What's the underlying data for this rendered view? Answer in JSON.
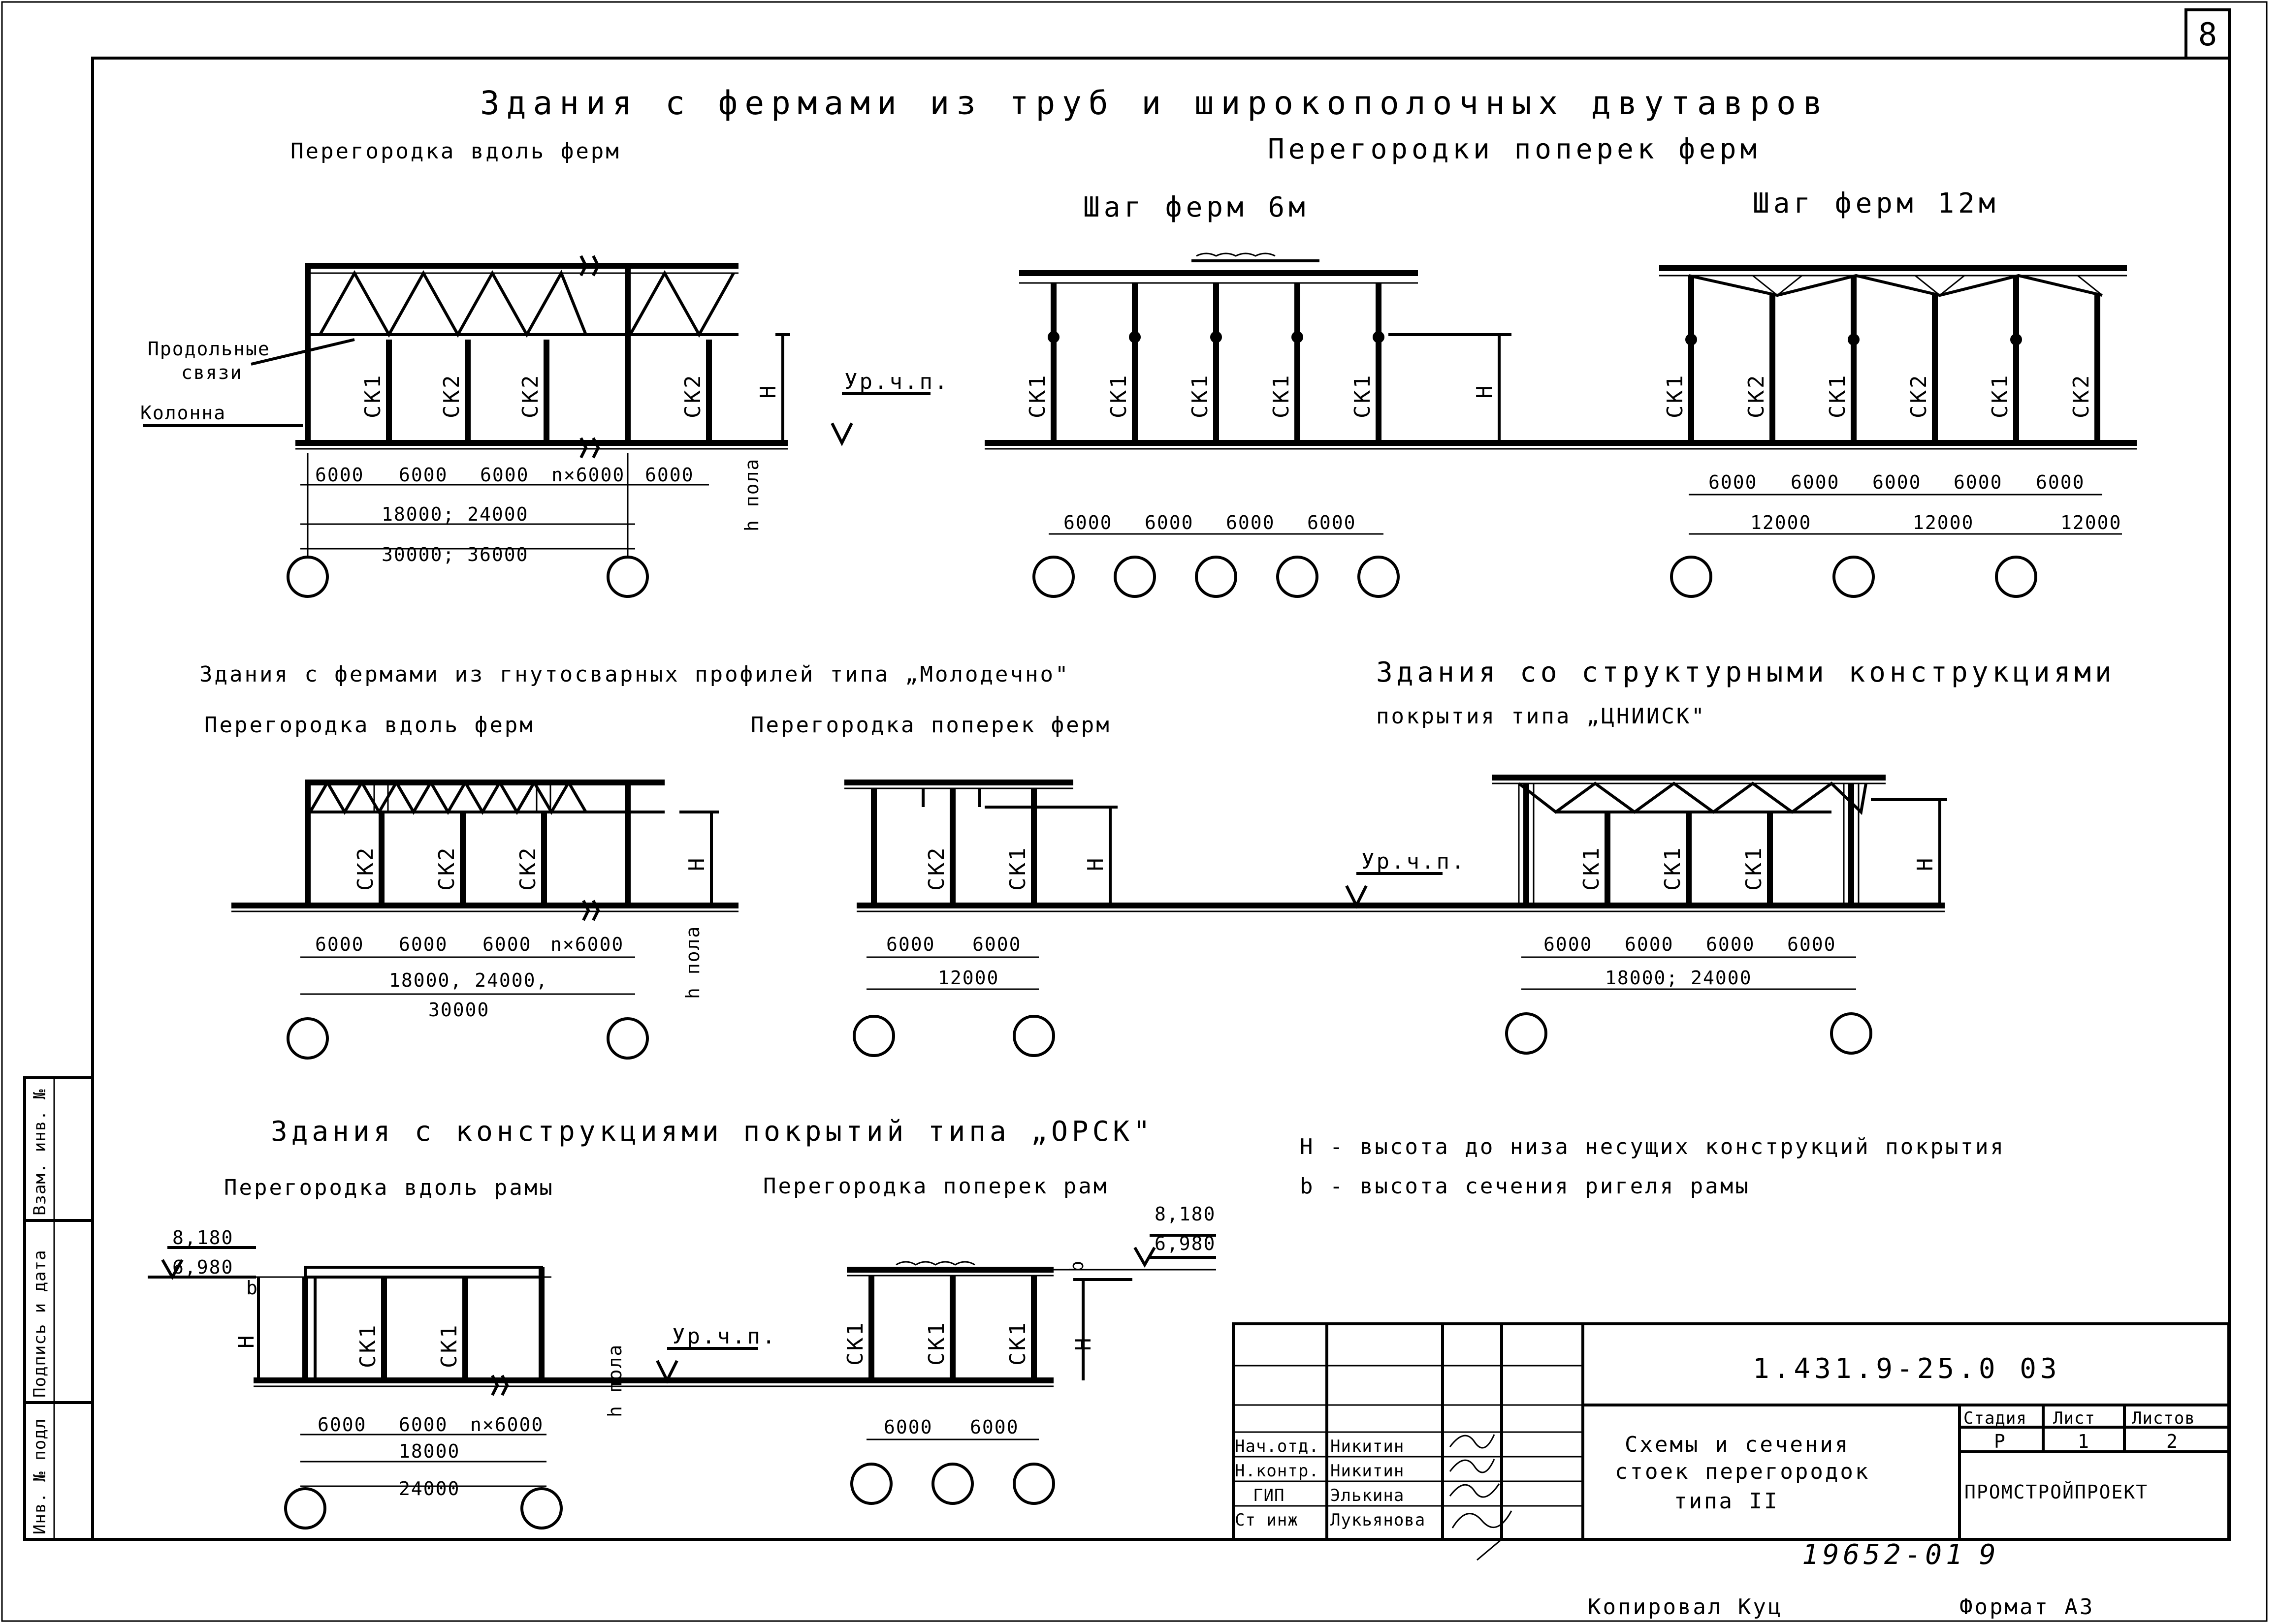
{
  "sheet_number": "8",
  "sec1": {
    "title": "Здания с фермами из труб и широкополочных двутавров",
    "along": {
      "title": "Перегородка вдоль ферм",
      "callout_bracing": [
        "Продольные",
        "связи"
      ],
      "callout_column": "Колонна",
      "posts": [
        "СК1",
        "СК2",
        "СК2",
        "СК2"
      ],
      "height": "Н",
      "floor_depth": "h пола",
      "floor_level": "Ур.ч.п.",
      "dims": [
        "6000",
        "6000",
        "6000",
        "n×6000",
        "6000"
      ],
      "total1": "18000; 24000",
      "total2": "30000; 36000"
    },
    "across_title": "Перегородки поперек ферм",
    "step6": {
      "title": "Шаг ферм 6м",
      "posts": [
        "СК1",
        "СК1",
        "СК1",
        "СК1",
        "СК1"
      ],
      "height": "Н",
      "dims": [
        "6000",
        "6000",
        "6000",
        "6000"
      ]
    },
    "step12": {
      "title": "Шаг ферм 12м",
      "posts": [
        "СК1",
        "СК2",
        "СК1",
        "СК2",
        "СК1",
        "СК2"
      ],
      "dims": [
        "6000",
        "6000",
        "6000",
        "6000",
        "6000"
      ],
      "totals": [
        "12000",
        "12000",
        "12000"
      ]
    }
  },
  "sec2": {
    "title": "Здания с фермами из гнутосварных профилей типа „Молодечно\"",
    "along": {
      "title": "Перегородка вдоль ферм",
      "posts": [
        "СК2",
        "СК2",
        "СК2"
      ],
      "height": "Н",
      "floor_depth": "h пола",
      "dims": [
        "6000",
        "6000",
        "6000",
        "n×6000"
      ],
      "total1": "18000, 24000,",
      "total2": "30000"
    },
    "across": {
      "title": "Перегородка поперек ферм",
      "posts": [
        "СК2",
        "СК1"
      ],
      "height": "Н",
      "dims": [
        "6000",
        "6000"
      ],
      "total": "12000"
    },
    "floor_level": "Ур.ч.п."
  },
  "sec3": {
    "title": [
      "Здания со структурными конструкциями",
      "покрытия типа „ЦНИИСК\""
    ],
    "posts": [
      "СК1",
      "СК1",
      "СК1"
    ],
    "height": "Н",
    "dims": [
      "6000",
      "6000",
      "6000",
      "6000"
    ],
    "total": "18000; 24000"
  },
  "sec4": {
    "title": "Здания с конструкциями покрытий типа „ОРСК\"",
    "along": {
      "title": "Перегородка вдоль рамы",
      "elev_top": "8,180",
      "elev_bottom": "6,980",
      "beam_depth": "b",
      "height": "Н",
      "posts": [
        "СК1",
        "СК1"
      ],
      "dims": [
        "6000",
        "6000",
        "n×6000"
      ],
      "total1": "18000",
      "total2": "24000",
      "floor_depth": "h пола",
      "floor_level": "Ур.ч.п."
    },
    "across": {
      "title": "Перегородка поперек рам",
      "elev_top": "8,180",
      "elev_bottom": "6,980",
      "beam_depth": "b",
      "height": "Н",
      "posts": [
        "СК1",
        "СК1",
        "СК1"
      ],
      "dims": [
        "6000",
        "6000"
      ]
    }
  },
  "legend": [
    "Н - высота до низа несущих конструкций покрытия",
    "b - высота сечения ригеля рамы"
  ],
  "side_stamp": [
    "Инв. № подл",
    "Подпись и дата",
    "Взам. инв. №"
  ],
  "title_block": {
    "doc_code": "1.431.9-25.0 03",
    "description": [
      "Схемы и сечения",
      "стоек перегородок",
      "типа II"
    ],
    "headers": [
      "Стадия",
      "Лист",
      "Листов"
    ],
    "values": [
      "Р",
      "1",
      "2"
    ],
    "org": "ПРОМСТРОЙПРОЕКТ",
    "roles": [
      "Нач.отд.",
      "Н.контр.",
      "ГИП",
      "Ст инж"
    ],
    "names": [
      "Никитин",
      "Никитин",
      "Элькина",
      "Лукьянова"
    ]
  },
  "footer": {
    "order": "19652-01",
    "page": "9",
    "copied": "Копировал Куц",
    "format": "Формат А3"
  }
}
